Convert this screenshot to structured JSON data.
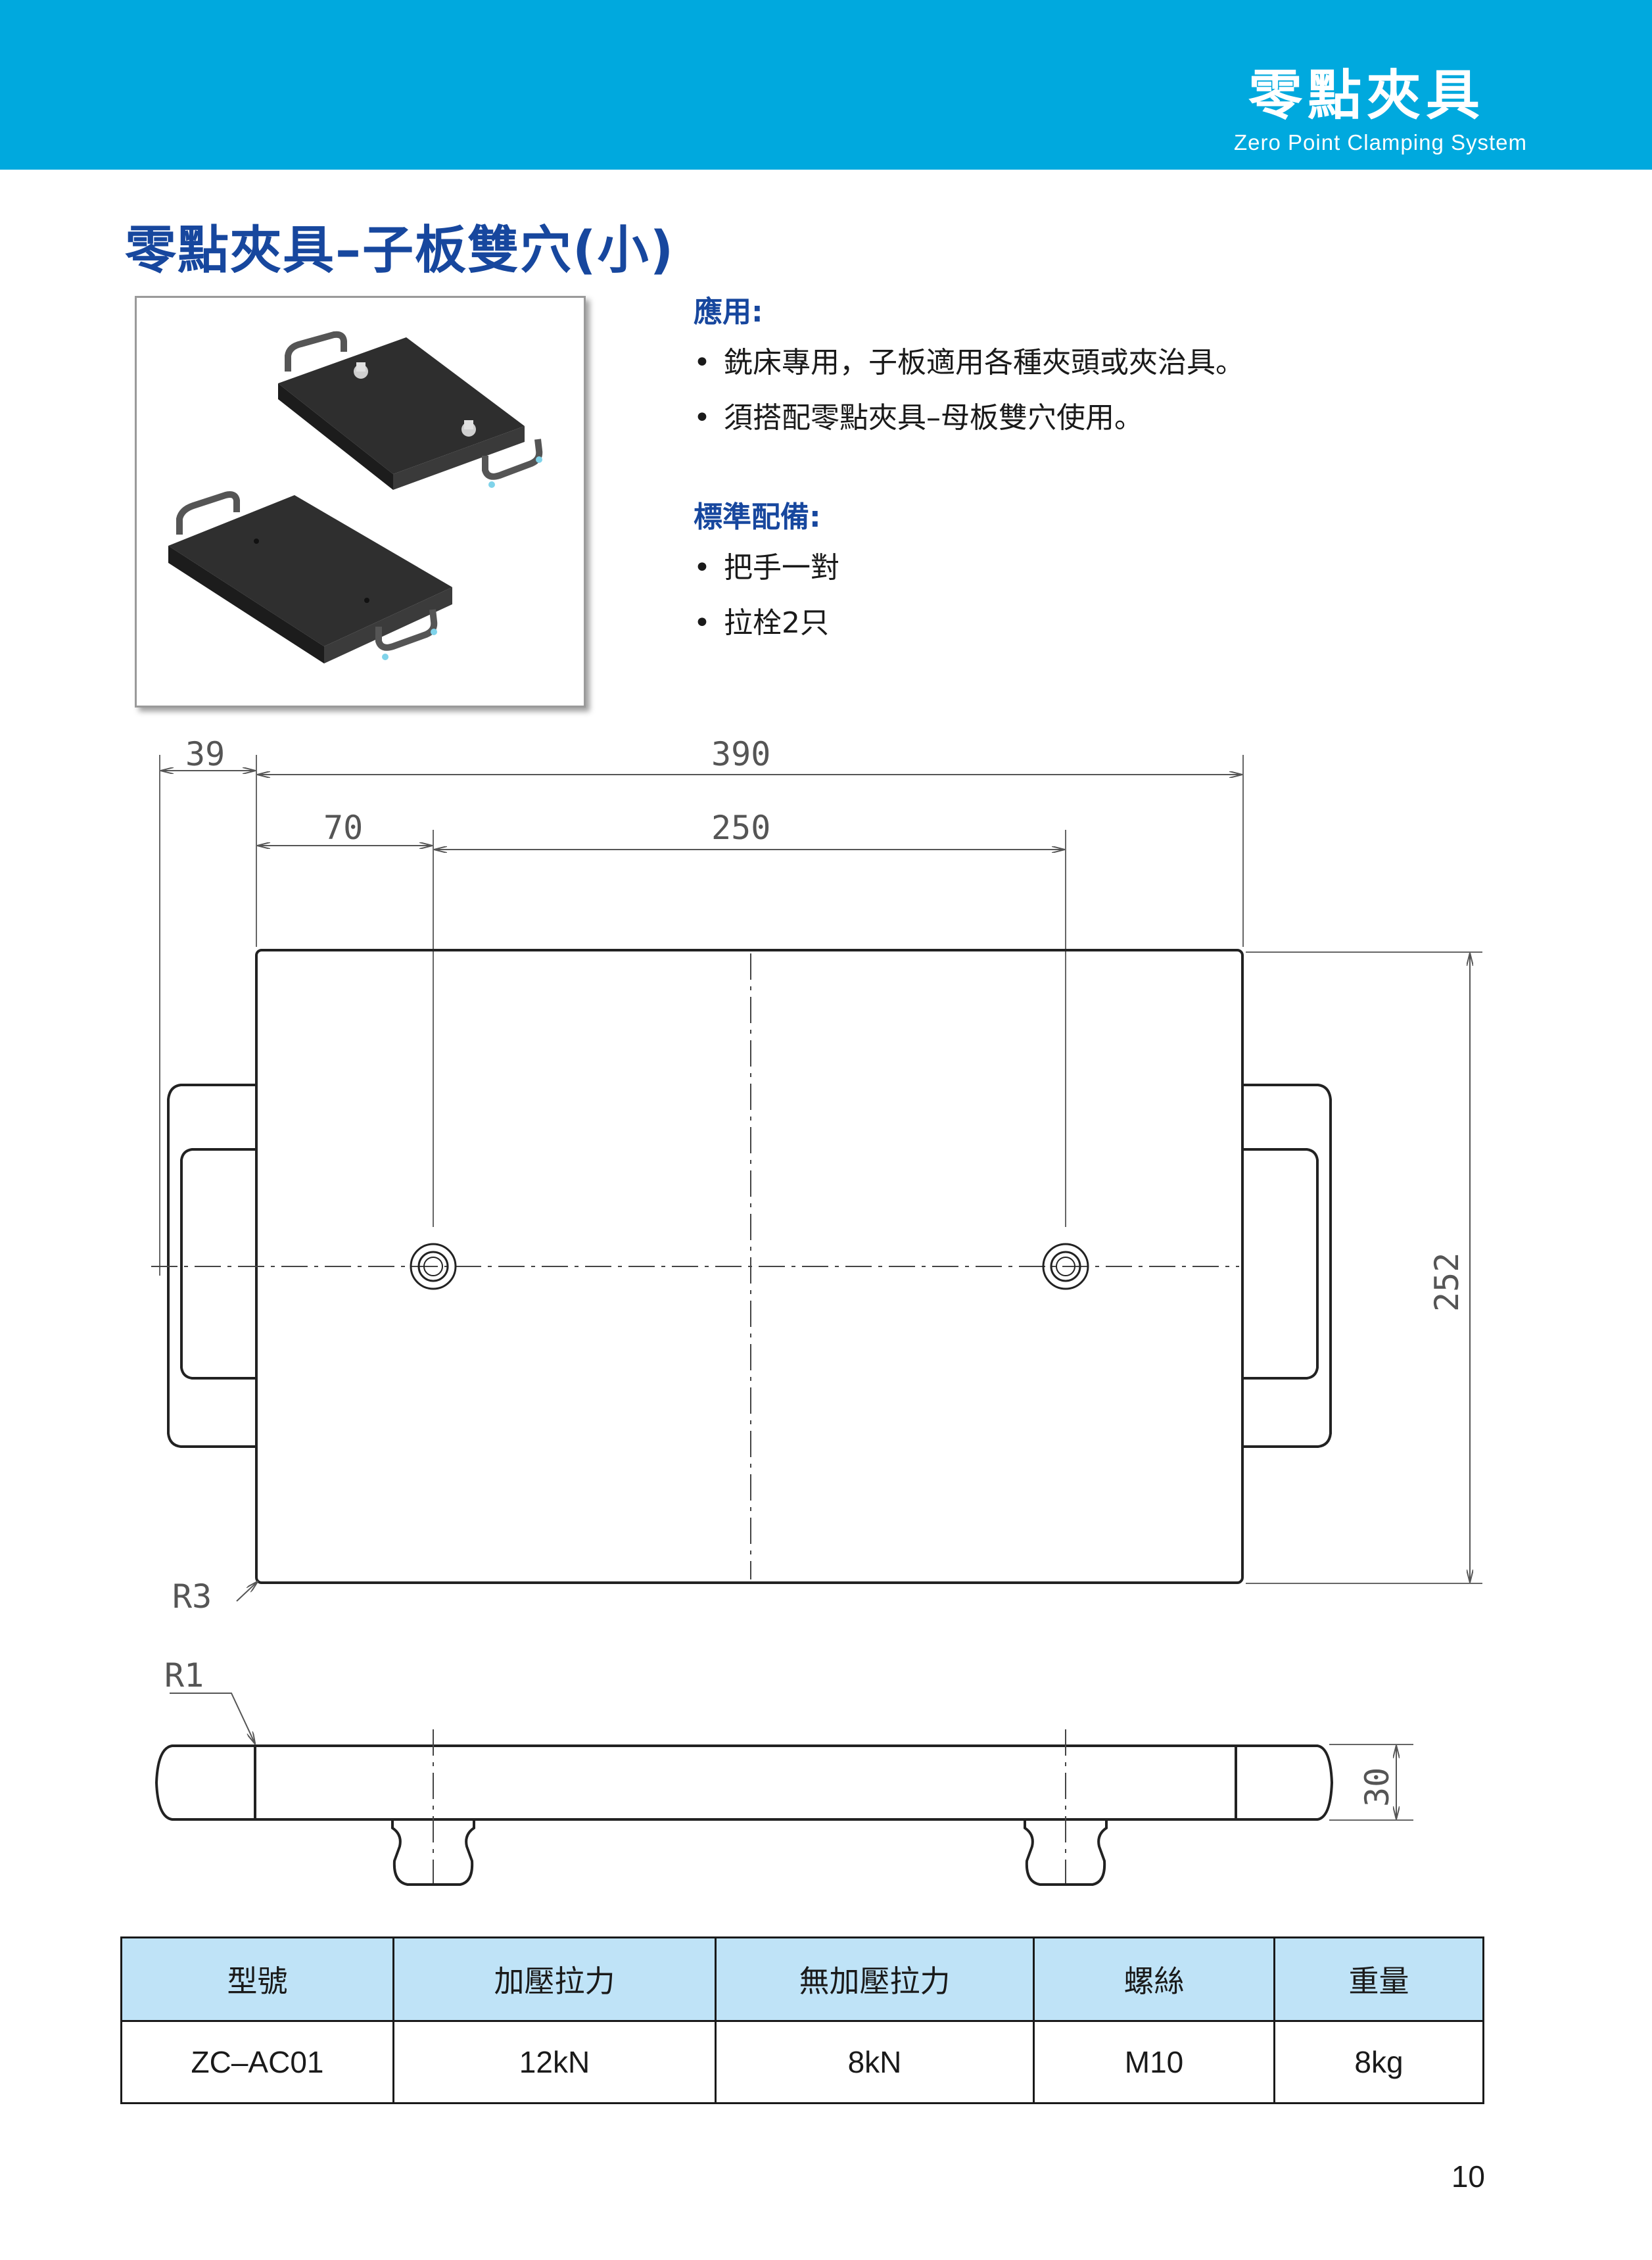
{
  "header": {
    "title": "零點夾具",
    "subtitle": "Zero Point Clamping System"
  },
  "page_title": "零點夾具–子板雙穴(小)",
  "application": {
    "heading": "應用:",
    "items": [
      "銑床專用，子板適用各種夾頭或夾治具。",
      "須搭配零點夾具–母板雙穴使用。"
    ]
  },
  "standard_equipment": {
    "heading": "標準配備:",
    "items": [
      "把手一對",
      "拉栓2只"
    ]
  },
  "drawing": {
    "dim_39": "39",
    "dim_390": "390",
    "dim_70": "70",
    "dim_250": "250",
    "dim_252": "252",
    "dim_30": "30",
    "radius_r3": "R3",
    "radius_r1": "R1"
  },
  "spec_table": {
    "headers": [
      "型號",
      "加壓拉力",
      "無加壓拉力",
      "螺絲",
      "重量"
    ],
    "rows": [
      [
        "ZC–AC01",
        "12kN",
        "8kN",
        "M10",
        "8kg"
      ]
    ]
  },
  "page_number": "10",
  "colors": {
    "header_band": "#00a9de",
    "title_blue": "#17479e",
    "table_header_bg": "#bfe3f7"
  }
}
